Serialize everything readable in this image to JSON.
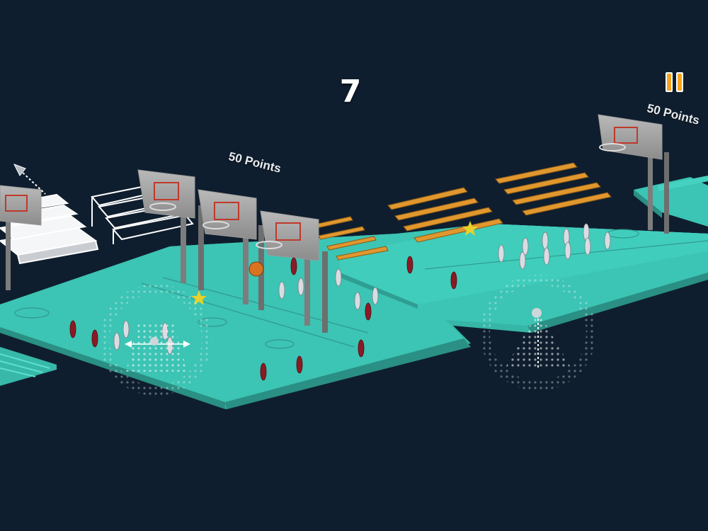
{
  "hud": {
    "score": "7",
    "pause_icon": "pause-icon"
  },
  "labels": {
    "points_left": "50 Points",
    "points_right": "50 Points"
  },
  "colors": {
    "background": "#0f1e2e",
    "floor": "#3cc4b4",
    "pause": "#f7a51e",
    "bench": "#e0972e",
    "pin_white": "#d9dde2",
    "pin_red": "#8c1a24"
  }
}
